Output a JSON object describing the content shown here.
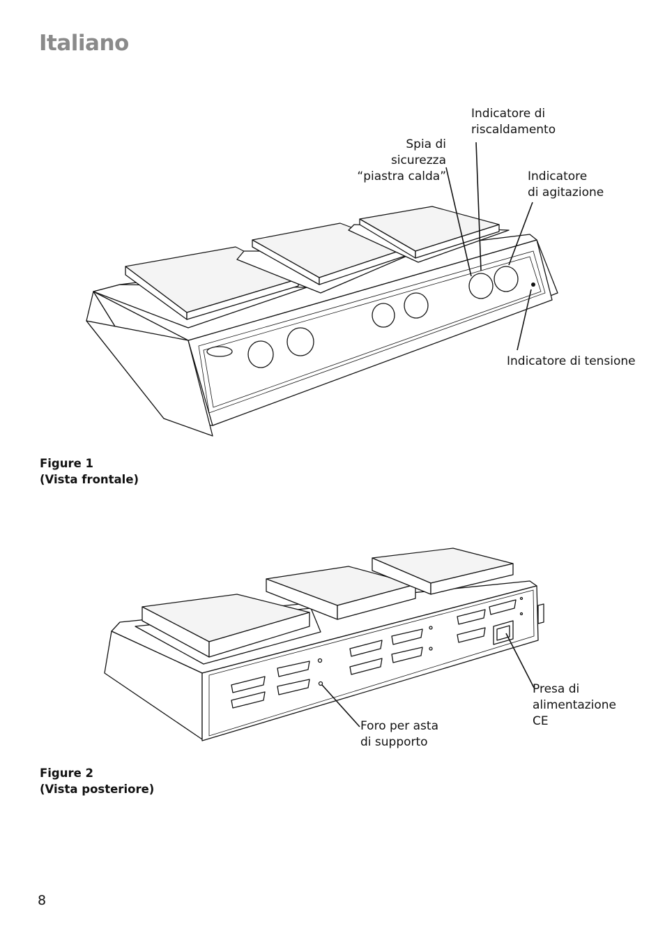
{
  "page": {
    "title": "Italiano",
    "number": "8"
  },
  "figure1": {
    "caption_line1": "Figure 1",
    "caption_line2": "(Vista frontale)",
    "callouts": {
      "heating_indicator": [
        "Indicatore di",
        "riscaldamento"
      ],
      "hot_plate_light": [
        "Spia di sicurezza",
        "“piastra calda”"
      ],
      "stirring_indicator": [
        "Indicatore",
        "di agitazione"
      ],
      "power_indicator": [
        "Indicatore di tensione"
      ]
    }
  },
  "figure2": {
    "caption_line1": "Figure 2",
    "caption_line2": "(Vista posteriore)",
    "callouts": {
      "power_socket": [
        "Presa di",
        "alimentazione",
        "CE"
      ],
      "rod_hole": [
        "Foro per asta",
        "di supporto"
      ]
    }
  }
}
